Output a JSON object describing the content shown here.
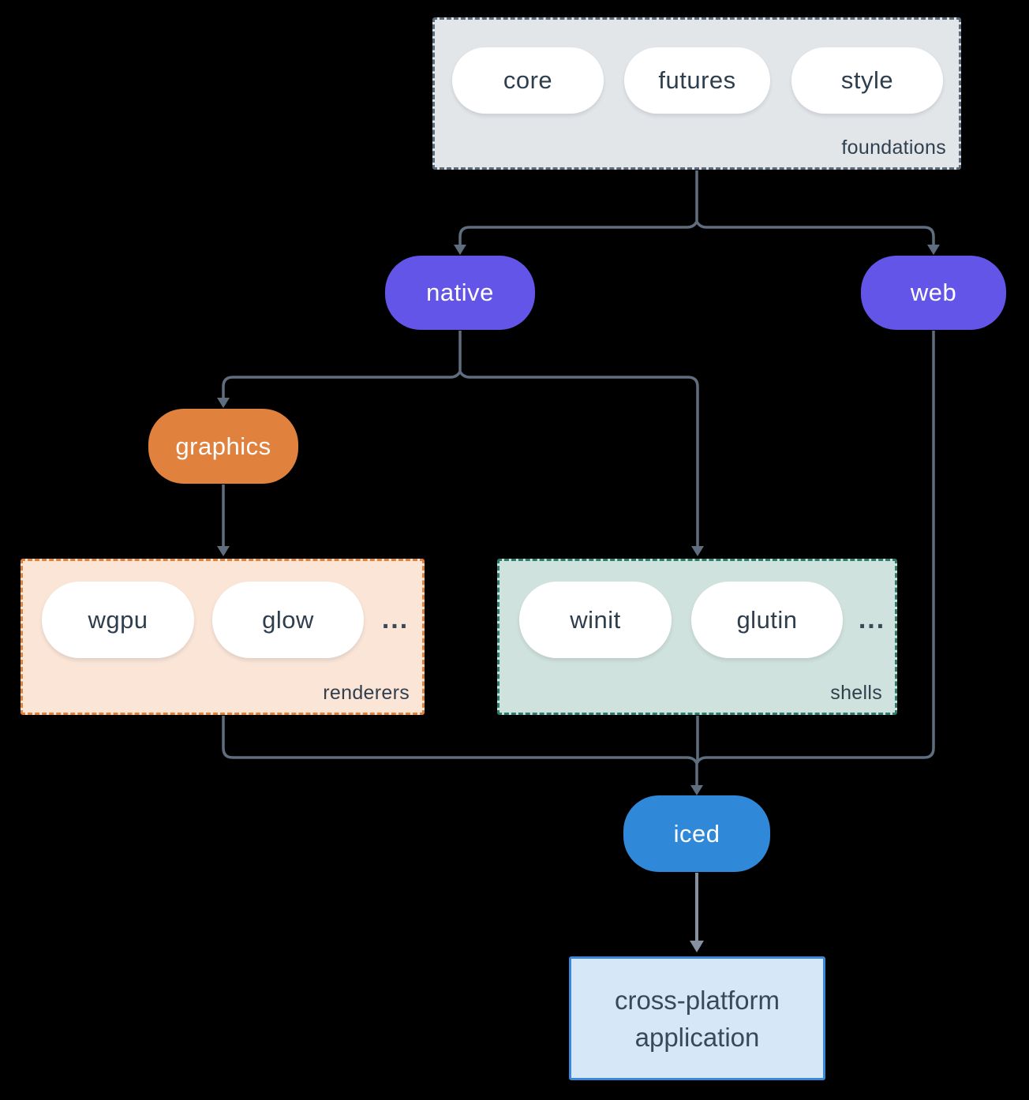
{
  "groups": {
    "foundations": {
      "label": "foundations",
      "items": [
        "core",
        "futures",
        "style"
      ],
      "fill": "#e2e6e9",
      "border_color": "#5b6b7b"
    },
    "renderers": {
      "label": "renderers",
      "items": [
        "wgpu",
        "glow"
      ],
      "ellipsis": "...",
      "fill": "#fae5d7",
      "border_color": "#e0813d"
    },
    "shells": {
      "label": "shells",
      "items": [
        "winit",
        "glutin"
      ],
      "ellipsis": "...",
      "fill": "#d0e2dd",
      "border_color": "#2e7d6c"
    }
  },
  "nodes": {
    "native": {
      "label": "native",
      "fill": "#6355e8",
      "text_color": "#ffffff"
    },
    "web": {
      "label": "web",
      "fill": "#6355e8",
      "text_color": "#ffffff"
    },
    "graphics": {
      "label": "graphics",
      "fill": "#e0823e",
      "text_color": "#ffffff"
    },
    "iced": {
      "label": "iced",
      "fill": "#3088d8",
      "text_color": "#ffffff"
    },
    "application": {
      "label": "cross-platform application",
      "fill": "#d6e7f8",
      "border_color": "#3b87d9"
    }
  },
  "edges": [
    {
      "from": "foundations",
      "to": "native"
    },
    {
      "from": "foundations",
      "to": "web"
    },
    {
      "from": "native",
      "to": "graphics"
    },
    {
      "from": "native",
      "to": "shells"
    },
    {
      "from": "graphics",
      "to": "renderers"
    },
    {
      "from": "renderers",
      "to": "iced"
    },
    {
      "from": "shells",
      "to": "iced"
    },
    {
      "from": "web",
      "to": "iced"
    },
    {
      "from": "iced",
      "to": "application"
    }
  ],
  "connector_color": "#5f6e7e",
  "final_arrow_color": "#8591a0",
  "background_color": "#000000"
}
